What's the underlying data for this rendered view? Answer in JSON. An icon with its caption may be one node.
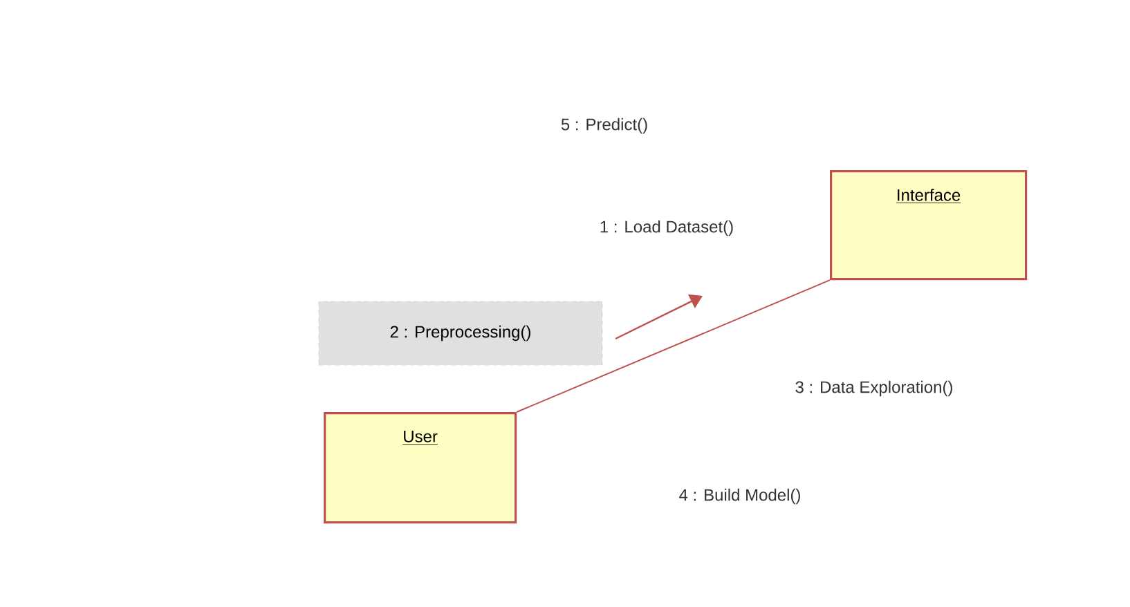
{
  "diagram": {
    "nodes": [
      {
        "text": [
          "Interface"
        ]
      },
      {
        "text": [
          "User"
        ]
      }
    ],
    "edges": [
      {
        "from": 1,
        "to": 0,
        "arrow": "none"
      }
    ],
    "labels": [
      "5 : Predict()",
      "1 : Load Dataset()",
      "2 : Preprocessing()",
      "3 : Data Exploration()",
      "4 : Build Model()"
    ]
  }
}
